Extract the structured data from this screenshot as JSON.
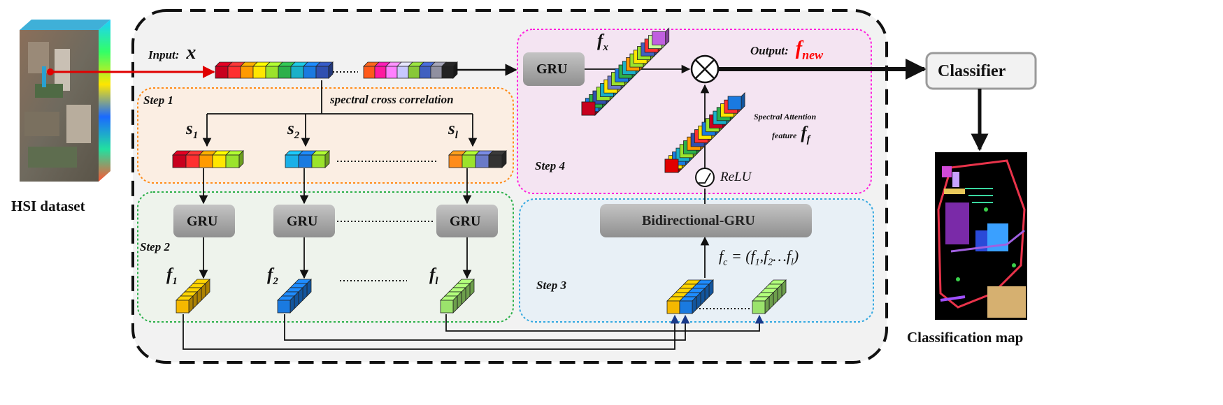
{
  "hsi_label": "HSI dataset",
  "input": {
    "label": "Input:",
    "symbol": "x"
  },
  "output": {
    "label": "Output:",
    "symbol": "f",
    "sub": "new"
  },
  "classifier": "Classifier",
  "map_label": "Classification map",
  "steps": {
    "s1": "Step 1",
    "s2": "Step 2",
    "s3": "Step 3",
    "s4": "Step 4"
  },
  "cross_corr": "spectral cross correlation",
  "seq_symbols": [
    {
      "sym": "s",
      "sub": "1"
    },
    {
      "sym": "s",
      "sub": "2"
    },
    {
      "sym": "s",
      "sub": "l"
    }
  ],
  "gru_label": "GRU",
  "feat_symbols": [
    {
      "sym": "f",
      "sub": "1"
    },
    {
      "sym": "f",
      "sub": "2"
    },
    {
      "sym": "f",
      "sub": "l"
    }
  ],
  "bigru": "Bidirectional-GRU",
  "fc_formula": {
    "lhs": "f",
    "lhs_sub": "c",
    "rhs": " = (f",
    "s1": "1",
    "mid": ",f",
    "s2": "2",
    "dots": "…f",
    "sl": "l",
    "end": ")"
  },
  "fx": {
    "sym": "f",
    "sub": "x"
  },
  "attention": {
    "line1": "Spectral Attention",
    "line2": "feature",
    "sym": "f",
    "sub": "f"
  },
  "relu": "ReLU",
  "colors": {
    "arrow_red": "#e00000",
    "step1_border": "#ff8c1a",
    "step1_fill": "#fbeee3",
    "step2_border": "#2cb04a",
    "step2_fill": "#eef3ec",
    "step3_border": "#33a8e0",
    "step3_fill": "#e8f0f6",
    "step4_border": "#ff22dd",
    "step4_fill": "#f4e4f2",
    "gru_box": "#a9a9a9",
    "output_red": "#ff0000"
  }
}
